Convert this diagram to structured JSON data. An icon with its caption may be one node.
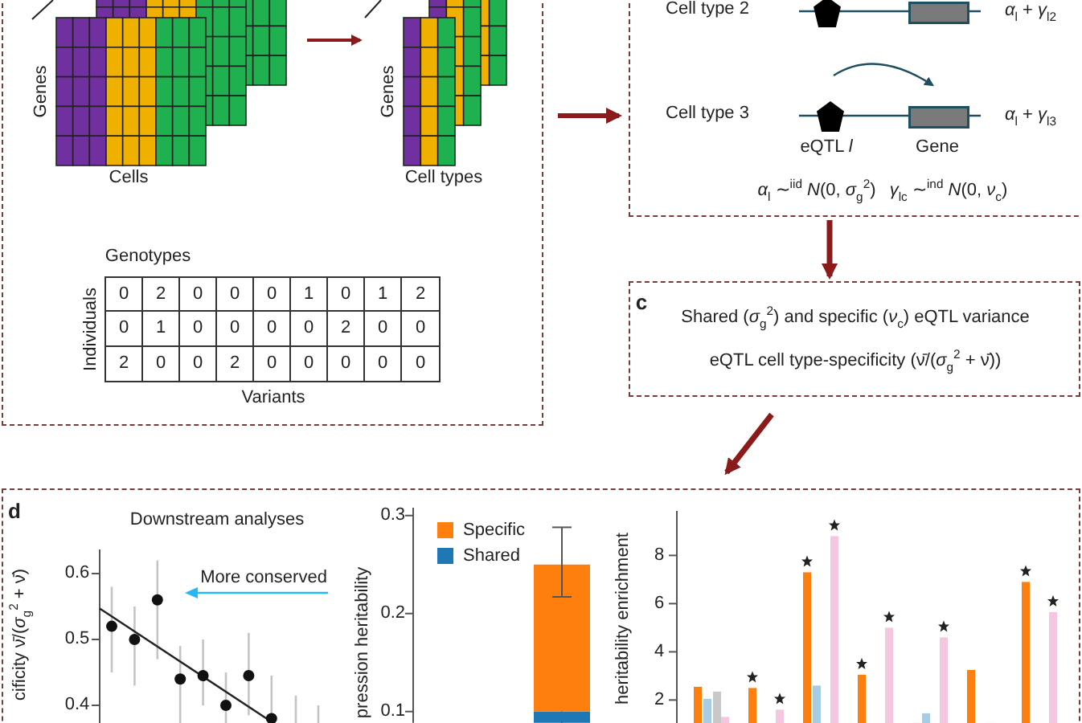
{
  "diagram": {
    "nodes": [
      {
        "text": [],
        "shape": "box"
      },
      {
        "text": [],
        "shape": "picture",
        "in": 0,
        "beside": [
          "Genes",
          "Cells"
        ]
      },
      {
        "text": [],
        "shape": "picture",
        "in": 0,
        "beside": [
          "Genes",
          "Cell types"
        ]
      },
      {
        "text": [],
        "shape": "box"
      },
      {
        "text": [],
        "shape": "pentagon",
        "in": 3
      },
      {
        "text": [],
        "shape": "box",
        "in": 3
      },
      {
        "text": [],
        "shape": "pentagon",
        "in": 3,
        "beside": [
          "eQTL *l*"
        ]
      },
      {
        "text": [],
        "shape": "box",
        "in": 3,
        "beside": [
          "Gene"
        ]
      },
      {
        "text": [
          "c",
          "Shared (*σ*$_{g}$$^{2}$) and specific (*ν*$_{c}$) eQTL variance",
          "eQTL cell type-specificity (ν̄/(*σ*$_{g}$$^{2}$ + ν̄))"
        ]
      },
      {
        "text": [
          "d",
          "Downstream analyses"
        ]
      }
    ],
    "edges": [
      {
        "from": 1,
        "to": 2,
        "arrow": "to"
      },
      {
        "from": 0,
        "to": 3,
        "arrow": "to"
      },
      {
        "from": 3,
        "to": 8,
        "arrow": "to"
      },
      {
        "from": 8,
        "to": 9,
        "arrow": "to"
      },
      {
        "from": 6,
        "to": 7,
        "arrow": "to",
        "color": "#1f4e5f"
      }
    ],
    "labels": [
      "Genotypes",
      "Individuals",
      "0",
      "2",
      "0",
      "0",
      "0",
      "1",
      "0",
      "1",
      "2",
      "0",
      "1",
      "0",
      "0",
      "0",
      "0",
      "2",
      "0",
      "0",
      "2",
      "0",
      "0",
      "2",
      "0",
      "0",
      "0",
      "0",
      "0",
      "Variants",
      "Cell type 2",
      "*α*$_{l}$ + *γ*$_{l2}$",
      "Cell type 3",
      "*α*$_{l}$ + *γ*$_{l3}$",
      "*α*$_{l}$ ∼$^{iid}$ *N*(0, *σ*$_{g}$$^{2}$)",
      "*γ*$_{lc}$ ∼$^{ind}$ *N*(0, *ν*$_{c}$)",
      "cificity ν̄/(*σ*$_{g}$$^{2}$ + ν̄)",
      "0.6",
      "More conserved",
      "0.5",
      "0.4",
      "heritability enrichment",
      "8",
      "6",
      "4",
      "2"
    ],
    "legend": [
      {
        "text": "Specific",
        "color": "#ff7f0e"
      },
      {
        "text": "Shared",
        "color": "#1f77b4"
      }
    ],
    "chart_data": [
      {
        "type": "bar",
        "ylabel": "pression heritability",
        "categories": [
          null
        ],
        "stacked": true,
        "ylim": [
          0.0885,
          0.308
        ],
        "yticks": [
          0.1,
          0.2,
          0.3
        ],
        "series": [
          {
            "color": "#1f77b4",
            "values": [
              0.1
            ]
          },
          {
            "color": "#ff7f0e",
            "values": [
              0.15
            ],
            "errors": [
              [
                0.217,
                0.288
              ]
            ]
          }
        ]
      }
    ]
  }
}
